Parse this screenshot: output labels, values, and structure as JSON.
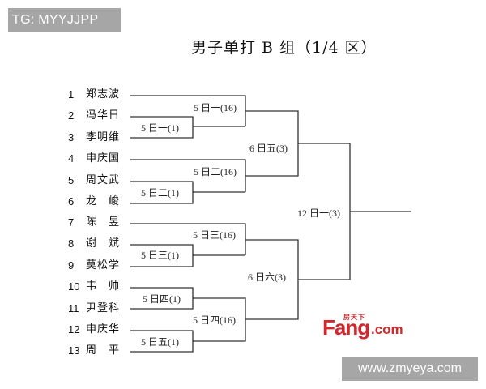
{
  "watermark_top": "TG: MYYJJPP",
  "title": "男子单打 B 组（1/4 区）",
  "players": [
    {
      "seed": "1",
      "name": "郑志波"
    },
    {
      "seed": "2",
      "name": "冯华日"
    },
    {
      "seed": "3",
      "name": "李明维"
    },
    {
      "seed": "4",
      "name": "申庆国"
    },
    {
      "seed": "5",
      "name": "周文武"
    },
    {
      "seed": "6",
      "name": "龙　峻"
    },
    {
      "seed": "7",
      "name": "陈　昱"
    },
    {
      "seed": "8",
      "name": "谢　斌"
    },
    {
      "seed": "9",
      "name": "莫松学"
    },
    {
      "seed": "10",
      "name": "韦　帅"
    },
    {
      "seed": "11",
      "name": "尹登科"
    },
    {
      "seed": "12",
      "name": "申庆华"
    },
    {
      "seed": "13",
      "name": "周　平"
    }
  ],
  "matches": {
    "r1_a": "5 日一(1)",
    "r1_b": "5 日二(1)",
    "r1_c": "5 日三(1)",
    "r1_d": "5 日四(1)",
    "r1_e": "5 日五(1)",
    "r2_a": "5 日一(16)",
    "r2_b": "5 日二(16)",
    "r2_c": "5 日三(16)",
    "r2_d": "5 日四(16)",
    "r3_a": "6 日五(3)",
    "r3_b": "6 日六(3)",
    "final": "12 日一(3)"
  },
  "logo": {
    "brand": "Fang",
    "suffix": ".com",
    "cn": "房天下",
    "color": "#d0282c"
  },
  "watermark_bottom": "www.zmyeya.com"
}
